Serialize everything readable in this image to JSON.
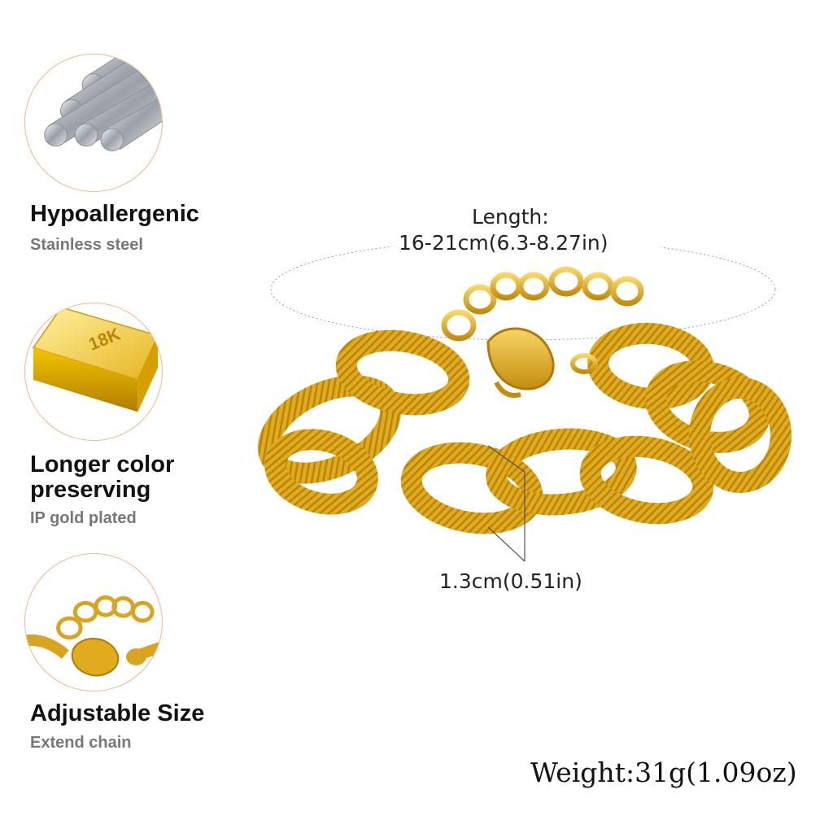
{
  "features": [
    {
      "title": "Hypoallergenic",
      "subtitle": "Stainless steel",
      "icon": "steel-rods-icon"
    },
    {
      "title": "Longer color\npreserving",
      "subtitle": "IP gold plated",
      "icon": "gold-bar-icon"
    },
    {
      "title": "Adjustable Size",
      "subtitle": "Extend chain",
      "icon": "extension-chain-icon"
    }
  ],
  "gold_bar_mark": "18K",
  "dimensions": {
    "length_label": "Length:",
    "length_value": "16-21cm(6.3-8.27in)",
    "width_value": "1.3cm(0.51in)"
  },
  "weight": "Weight:31g(1.09oz)",
  "colors": {
    "gold": "#e0ab1c",
    "accent_border": "#f0b890",
    "steel": "#b9bec5"
  }
}
